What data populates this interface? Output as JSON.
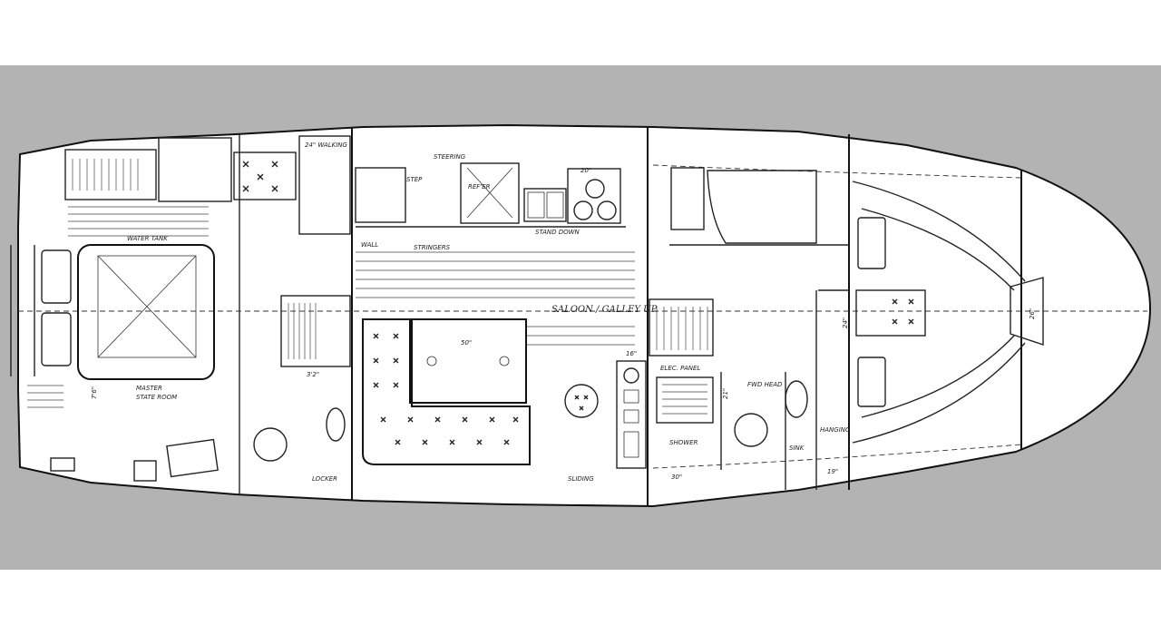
{
  "labels": {
    "saloon": "SALOON / GALLEY UP.",
    "master": "MASTER",
    "stateroom": "STATE ROOM",
    "water_tank": "WATER TANK",
    "walking": "24\" WALKING",
    "steering": "STEERING",
    "step": "STEP",
    "reefer": "REF'ER",
    "stringers": "STRINGERS",
    "wall": "WALL",
    "stand_down": "STAND DOWN",
    "elec_panel": "ELEC. PANEL",
    "fwd_head": "FWD HEAD",
    "shower": "SHOWER",
    "sliding": "SLIDING",
    "locker": "LOCKER",
    "hanging": "HANGING",
    "sink": "SINK",
    "dim_50": "50\"",
    "dim_30": "30\"",
    "dim_21": "21\"",
    "dim_16": "16\"",
    "dim_20": "20\"",
    "dim_19": "19\"",
    "dim_26": "26\"",
    "dim_24": "24\"",
    "dim_32": "3'2\"",
    "dim_76": "7'6\""
  },
  "colors": {
    "background": "#ffffff",
    "band": "#b3b3b3",
    "ink": "#222222"
  }
}
